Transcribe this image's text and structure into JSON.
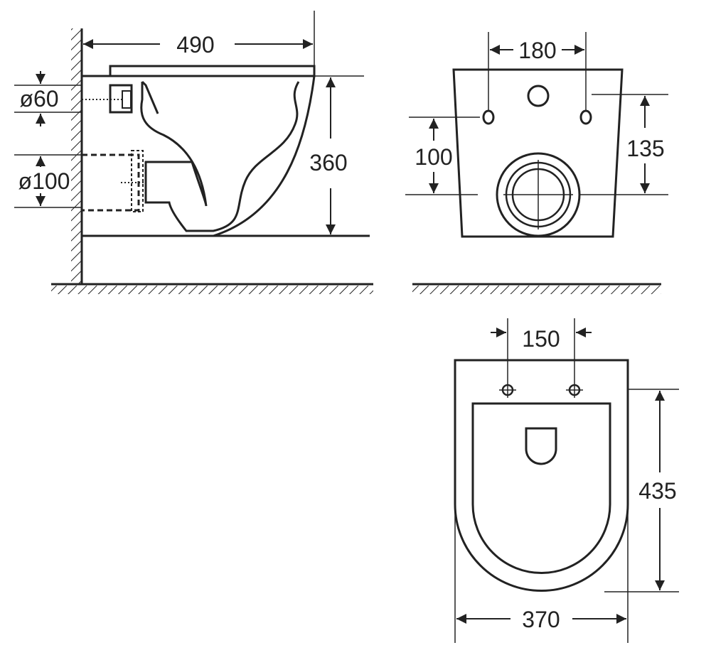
{
  "dimensions": {
    "side_width": "490",
    "side_height": "360",
    "inlet_diameter": "ø60",
    "outlet_diameter": "ø100",
    "rear_bolt_spacing": "180",
    "rear_outlet_height": "100",
    "rear_bolt_height": "135",
    "top_bolt_spacing": "150",
    "top_depth": "435",
    "top_width": "370"
  }
}
